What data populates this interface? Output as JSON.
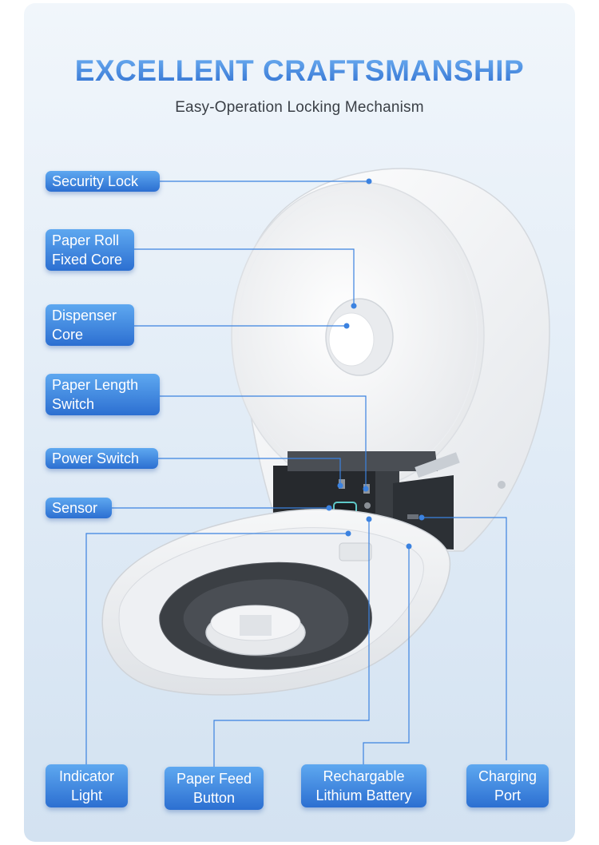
{
  "header": {
    "title": "EXCELLENT CRAFTSMANSHIP",
    "subtitle": "Easy-Operation Locking Mechanism"
  },
  "callouts_left": [
    {
      "id": "security-lock",
      "lines": [
        "Security Lock"
      ]
    },
    {
      "id": "paper-roll-fixed-core",
      "lines": [
        "Paper Roll",
        "Fixed Core"
      ]
    },
    {
      "id": "dispenser-core",
      "lines": [
        "Dispenser",
        "Core"
      ]
    },
    {
      "id": "paper-length-switch",
      "lines": [
        "Paper Length",
        "Switch"
      ]
    },
    {
      "id": "power-switch",
      "lines": [
        "Power Switch"
      ]
    },
    {
      "id": "sensor",
      "lines": [
        "Sensor"
      ]
    }
  ],
  "callouts_bottom": [
    {
      "id": "indicator-light",
      "lines": [
        "Indicator",
        "Light"
      ]
    },
    {
      "id": "paper-feed-button",
      "lines": [
        "Paper Feed",
        "Button"
      ]
    },
    {
      "id": "rechargable-lithium-battery",
      "lines": [
        "Rechargable",
        "Lithium Battery"
      ]
    },
    {
      "id": "charging-port",
      "lines": [
        "Charging",
        "Port"
      ]
    }
  ],
  "colors": {
    "accent": "#3b82e0",
    "label_bg_top": "#5ea8f0",
    "label_bg_bottom": "#2c6fd1",
    "leader_line": "#3b82e0",
    "background_top": "#f1f6fb",
    "background_bottom": "#d3e2f1"
  }
}
